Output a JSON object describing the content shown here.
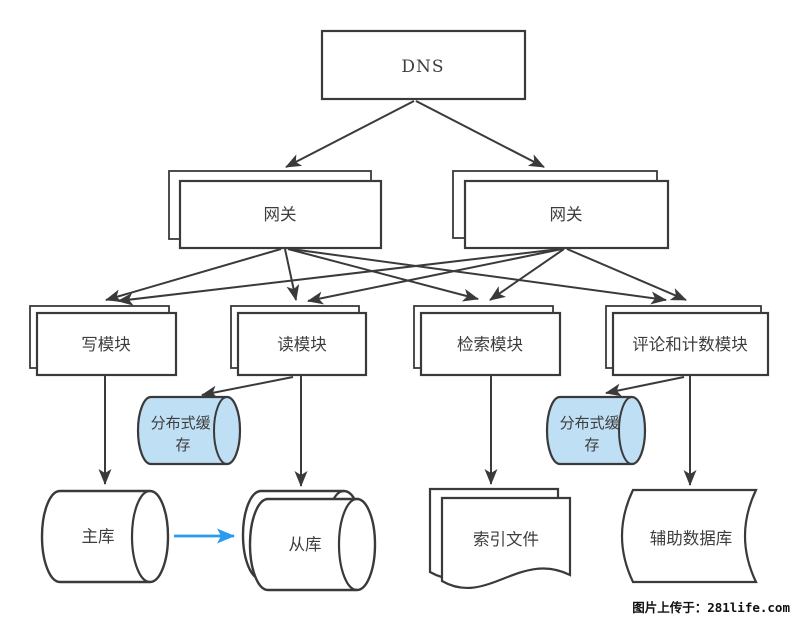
{
  "diagram": {
    "nodes": {
      "dns": {
        "label": "DNS",
        "type": "box"
      },
      "gateway_left": {
        "label": "网关",
        "type": "stacked-box"
      },
      "gateway_right": {
        "label": "网关",
        "type": "stacked-box"
      },
      "write_module": {
        "label": "写模块",
        "type": "stacked-box"
      },
      "read_module": {
        "label": "读模块",
        "type": "stacked-box"
      },
      "search_module": {
        "label": "检索模块",
        "type": "stacked-box"
      },
      "comment_count_module": {
        "label": "评论和计数模块",
        "type": "stacked-box"
      },
      "cache_left": {
        "label": "分布式缓存",
        "line1": "分布式缓",
        "line2": "存",
        "type": "cylinder-horizontal"
      },
      "cache_right": {
        "label": "分布式缓存",
        "line1": "分布式缓",
        "line2": "存",
        "type": "cylinder-horizontal"
      },
      "master_db": {
        "label": "主库",
        "type": "cylinder-horizontal"
      },
      "slave_db": {
        "label": "从库",
        "type": "stacked-cylinder-horizontal"
      },
      "index_file": {
        "label": "索引文件",
        "type": "document"
      },
      "aux_db": {
        "label": "辅助数据库",
        "type": "stored-data"
      }
    },
    "edges": [
      {
        "from": "dns",
        "to": "gateway_left"
      },
      {
        "from": "dns",
        "to": "gateway_right"
      },
      {
        "from": "gateway_left",
        "to": "write_module"
      },
      {
        "from": "gateway_left",
        "to": "read_module"
      },
      {
        "from": "gateway_left",
        "to": "search_module"
      },
      {
        "from": "gateway_left",
        "to": "comment_count_module"
      },
      {
        "from": "gateway_right",
        "to": "write_module"
      },
      {
        "from": "gateway_right",
        "to": "read_module"
      },
      {
        "from": "gateway_right",
        "to": "search_module"
      },
      {
        "from": "gateway_right",
        "to": "comment_count_module"
      },
      {
        "from": "write_module",
        "to": "master_db"
      },
      {
        "from": "read_module",
        "to": "cache_left"
      },
      {
        "from": "read_module",
        "to": "slave_db"
      },
      {
        "from": "search_module",
        "to": "index_file"
      },
      {
        "from": "comment_count_module",
        "to": "cache_right"
      },
      {
        "from": "comment_count_module",
        "to": "aux_db"
      },
      {
        "from": "master_db",
        "to": "slave_db",
        "style": "replication"
      }
    ],
    "colors": {
      "line": "#3a3a3a",
      "cache_fill": "#bfdff5",
      "replication": "#2b9bf0",
      "text": "#3d3d3d",
      "node_fill": "#ffffff"
    },
    "watermark": "图片上传于：281life.com"
  }
}
